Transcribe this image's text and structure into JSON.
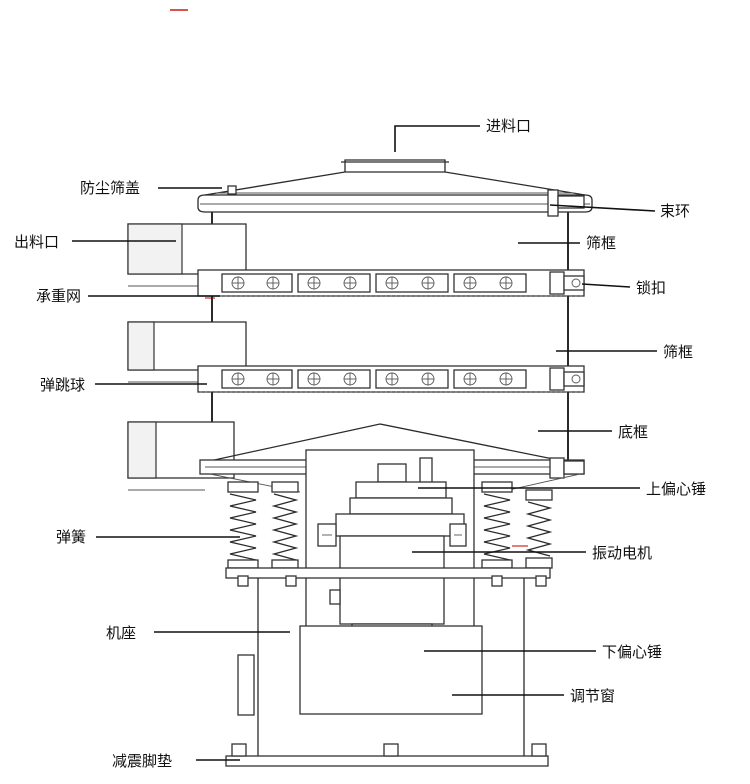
{
  "diagram": {
    "labels": {
      "feed_inlet": "进料口",
      "dust_cover": "防尘筛盖",
      "clamp_ring": "束环",
      "outlet": "出料口",
      "screen_frame_1": "筛框",
      "support_mesh": "承重网",
      "lock_clasp": "锁扣",
      "screen_frame_2": "筛框",
      "bouncing_ball": "弹跳球",
      "bottom_frame": "底框",
      "upper_eccentric_weight": "上偏心锤",
      "spring": "弹簧",
      "vibration_motor": "振动电机",
      "machine_base": "机座",
      "lower_eccentric_weight": "下偏心锤",
      "adjustment_window": "调节窗",
      "damping_foot_pad": "减震脚垫"
    },
    "colors": {
      "line": "#2b2b2b",
      "label": "#111111",
      "accent_red": "#d9534f"
    }
  }
}
